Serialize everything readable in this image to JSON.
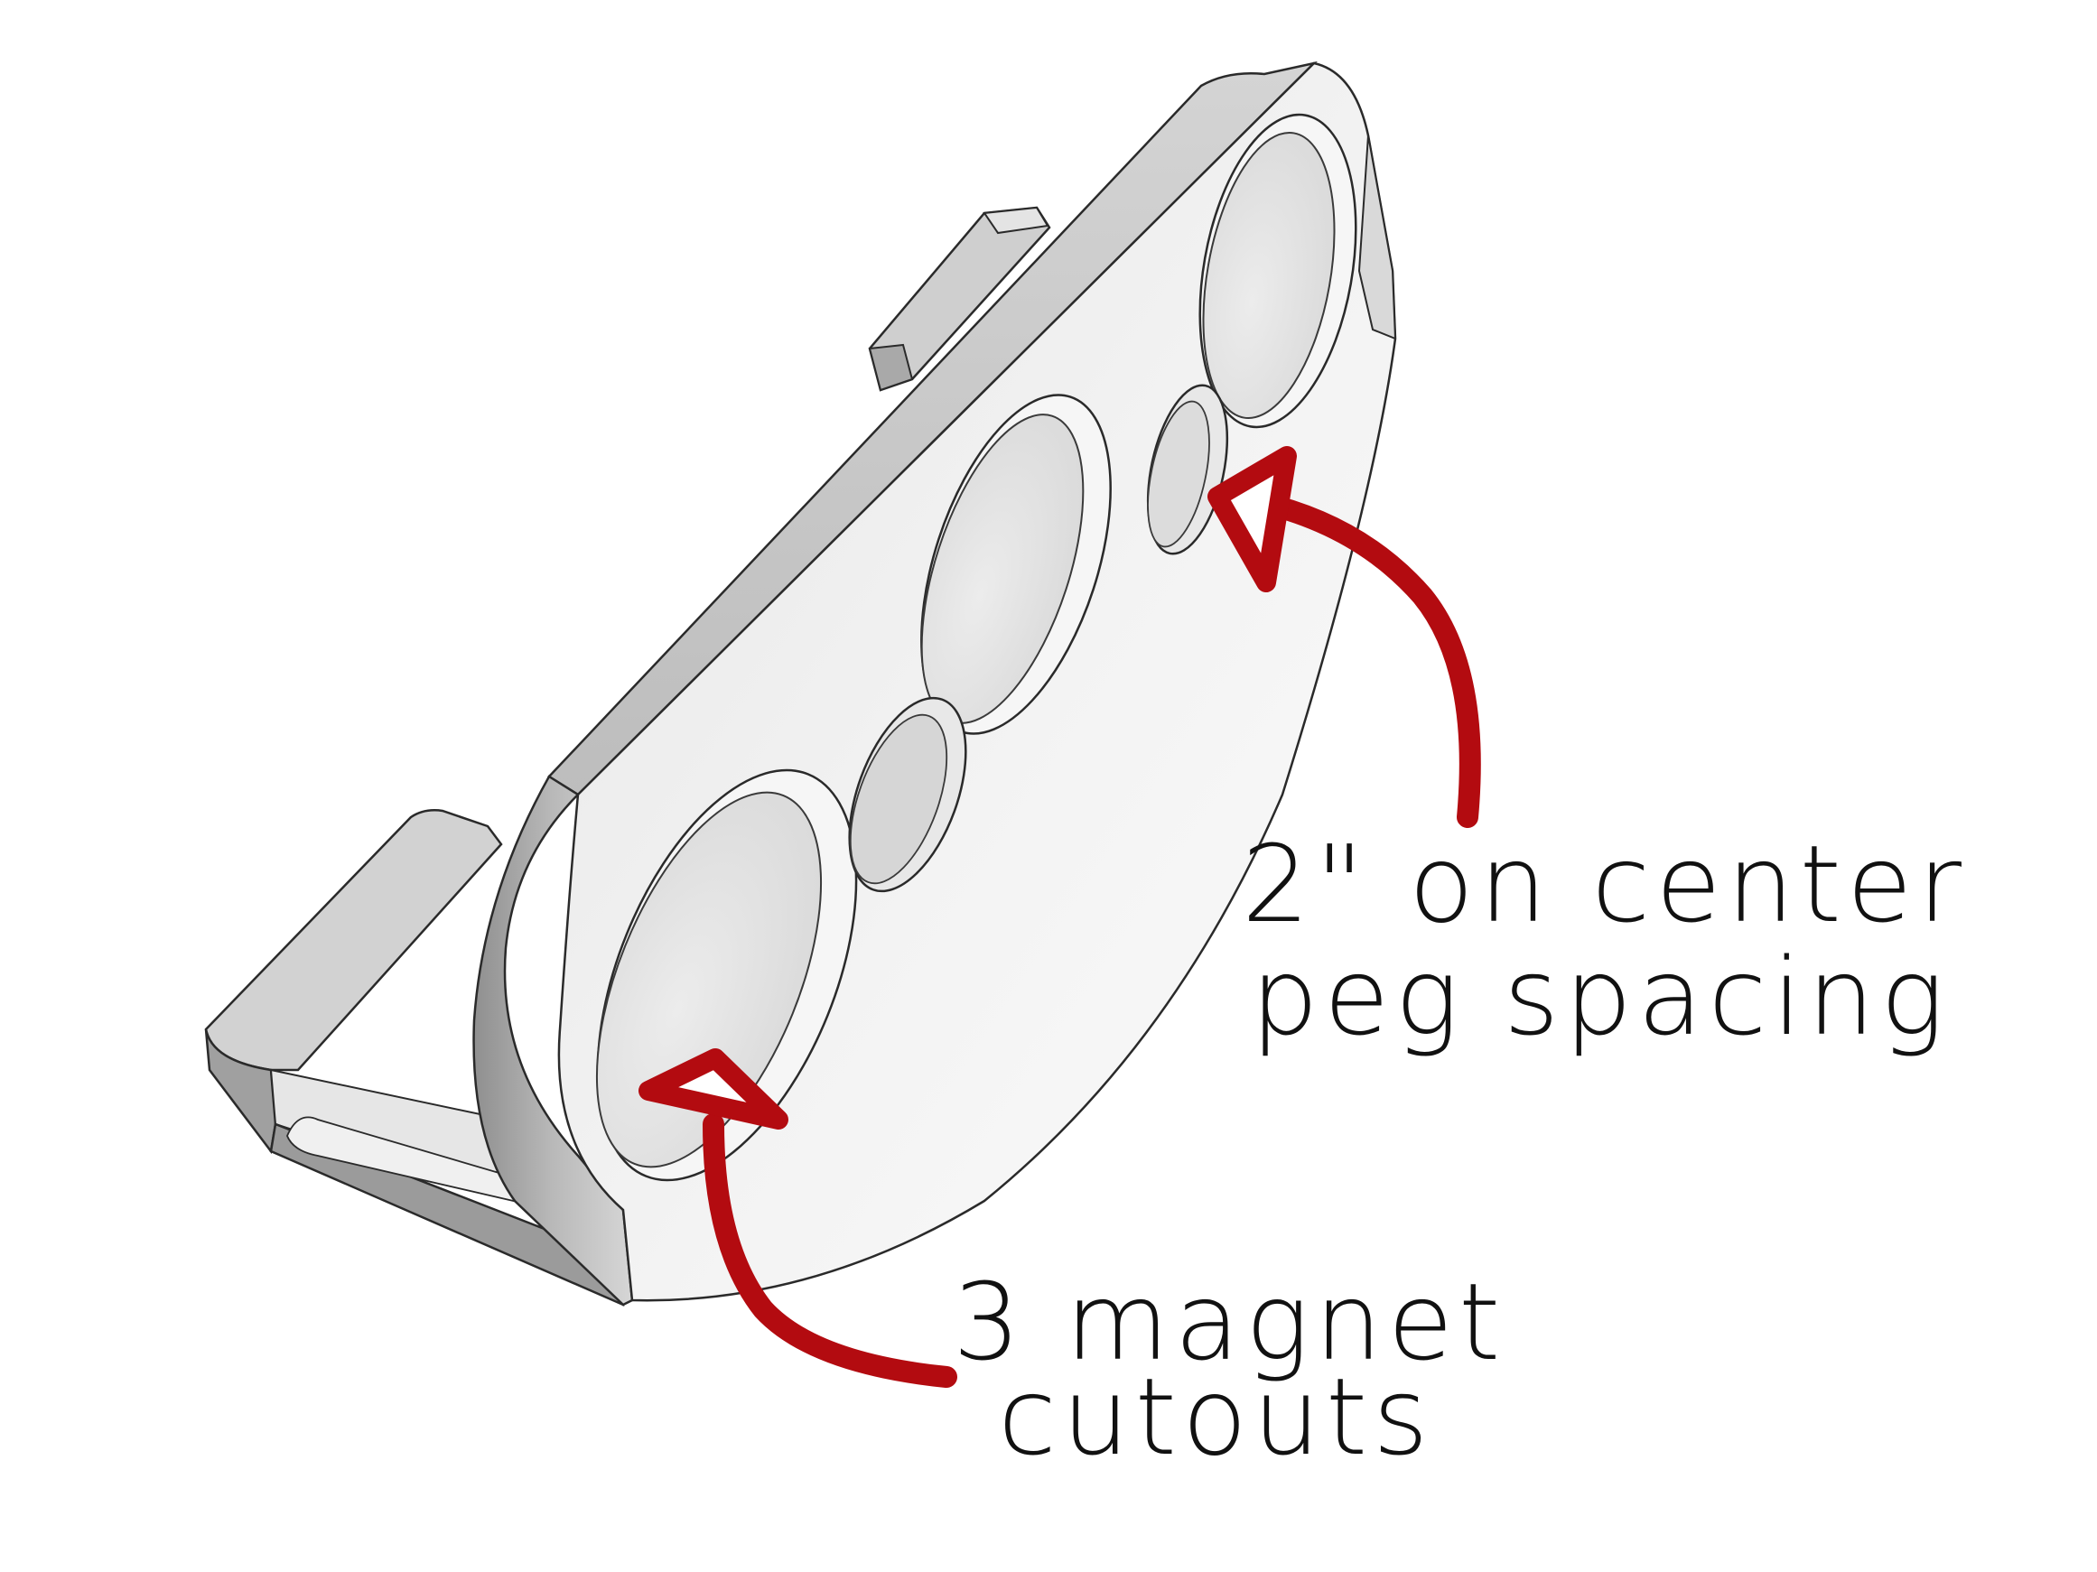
{
  "annotations": {
    "peg_spacing": {
      "line1": "2\" on center",
      "line2": "peg spacing"
    },
    "magnet_cutouts": {
      "line1": "3 magnet",
      "line2": "cutouts"
    }
  },
  "colors": {
    "arrow": "#b30b10",
    "part_face": "#f2f2f2",
    "part_edge": "#2a2a2a",
    "part_side": "#a8a8a8",
    "hole_fill": "#e3e3e3"
  }
}
